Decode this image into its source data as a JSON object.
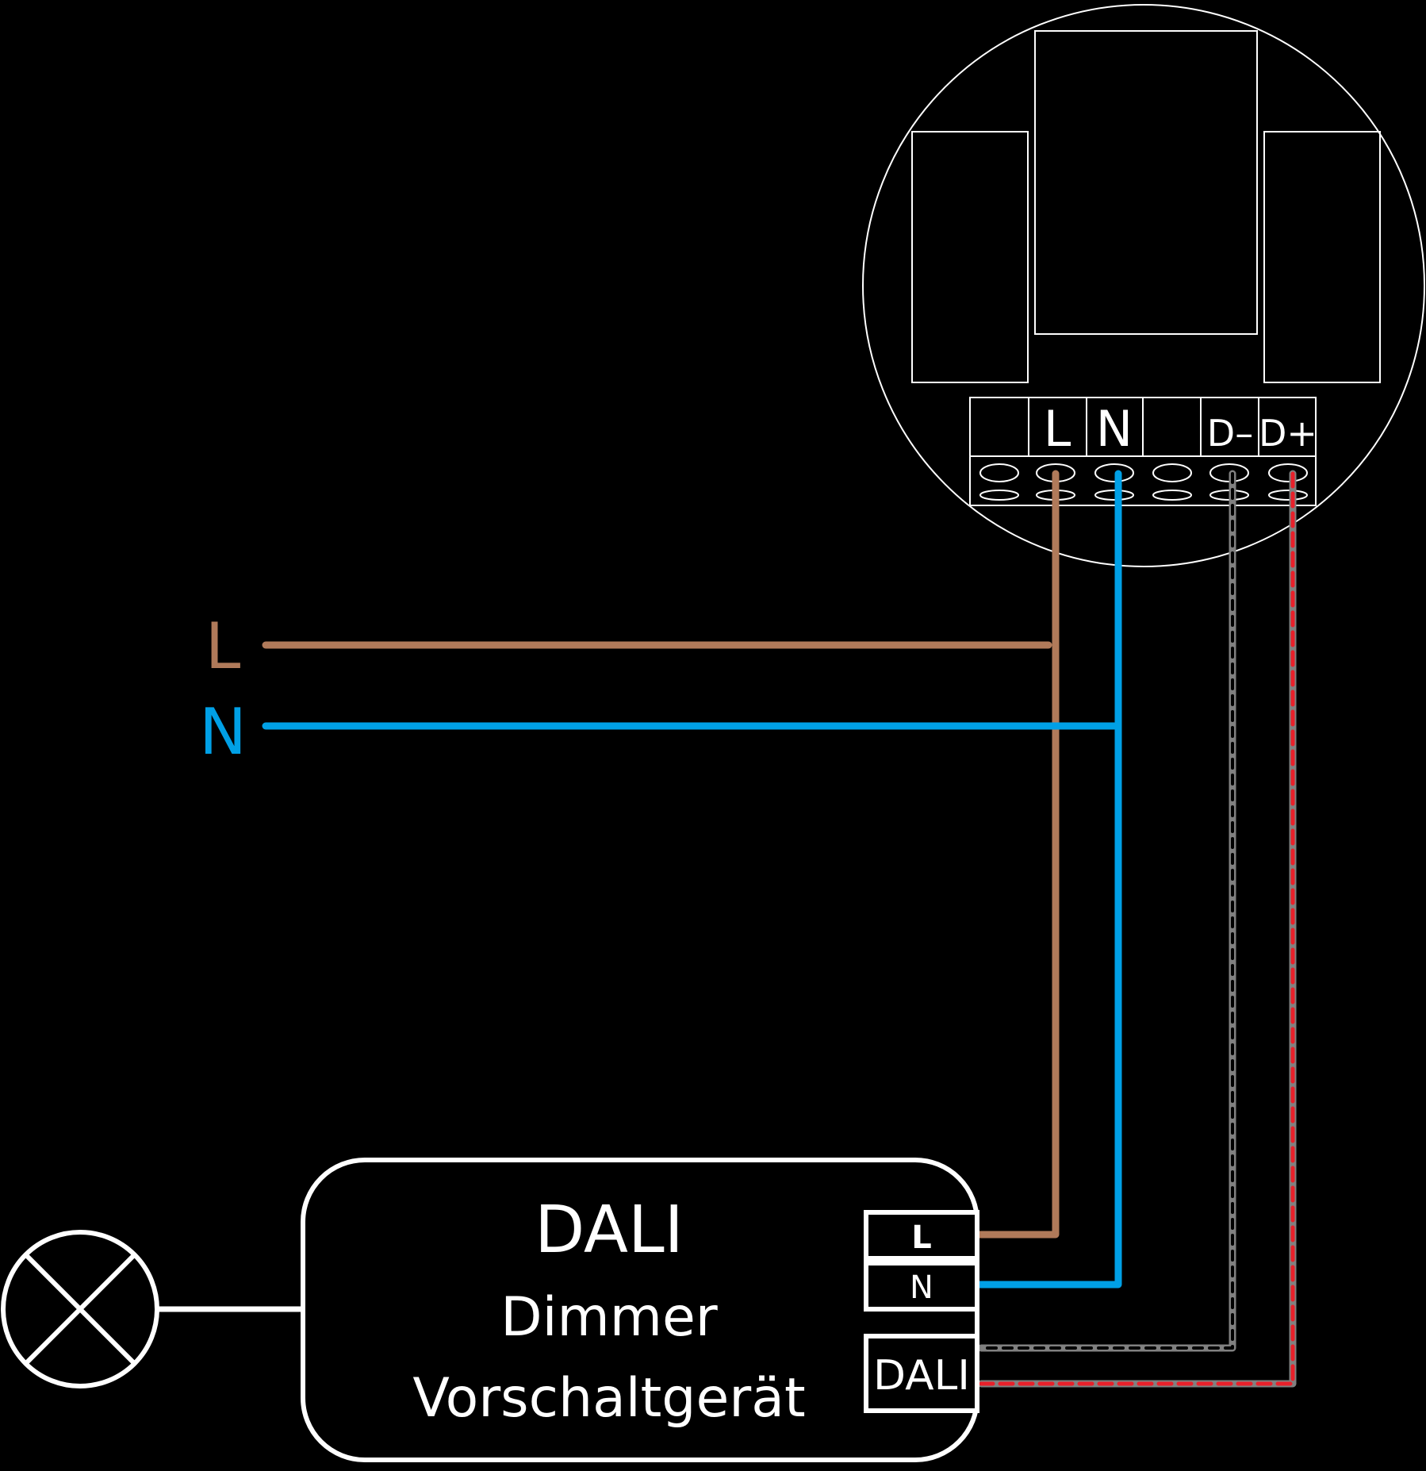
{
  "mains_labels": {
    "l": "L",
    "n": "N"
  },
  "sensor": {
    "terminals": [
      "",
      "L",
      "N",
      "",
      "D–",
      "D+"
    ]
  },
  "dimmer": {
    "title": "DALI",
    "subtitle_1": "Dimmer",
    "subtitle_2": "Vorschaltgerät",
    "terminal_l": "L",
    "terminal_n": "N",
    "terminal_dali": "DALI"
  },
  "icons": {
    "lamp": "lamp-cross-icon"
  },
  "colors": {
    "background": "#000000",
    "outline": "#ffffff",
    "live_wire": "#b07a5a",
    "neutral_wire": "#00a0e6",
    "bus_wire": "#808080",
    "bus_minus_dash": "#000000",
    "bus_plus_dash": "#e8202a"
  }
}
